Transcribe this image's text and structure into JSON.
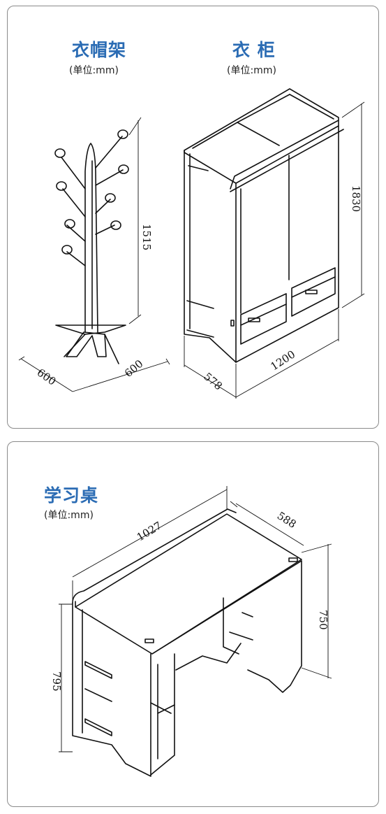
{
  "coat_rack": {
    "title": "衣帽架",
    "unit": "(单位:mm)",
    "height": "1515",
    "width": "600",
    "depth": "600"
  },
  "wardrobe": {
    "title": "衣 柜",
    "unit": "(单位:mm)",
    "height": "1830",
    "width": "1200",
    "depth": "578"
  },
  "desk": {
    "title": "学习桌",
    "unit": "(单位:mm)",
    "width": "1027",
    "depth": "588",
    "height_front": "750",
    "height_side": "795"
  }
}
